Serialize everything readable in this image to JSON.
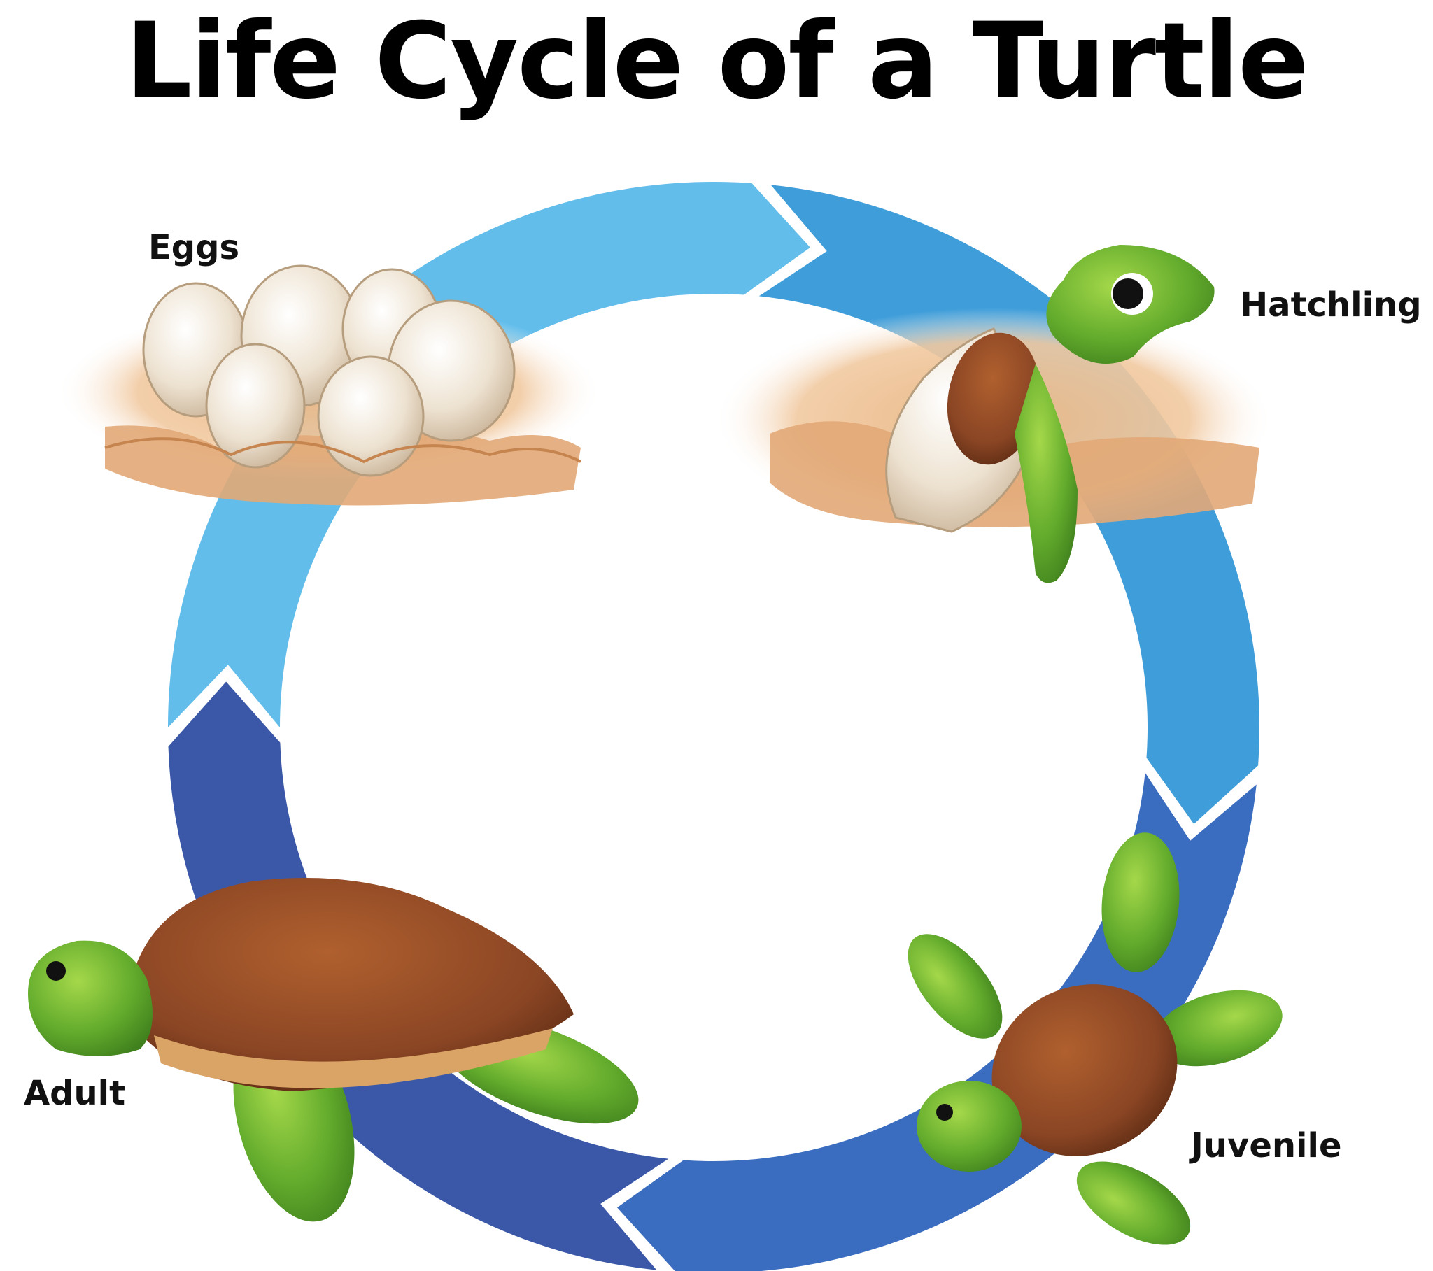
{
  "title": "Life Cycle of a Turtle",
  "stages": [
    {
      "id": "eggs",
      "label": "Eggs"
    },
    {
      "id": "hatchling",
      "label": "Hatchling"
    },
    {
      "id": "juvenile",
      "label": "Juvenile"
    },
    {
      "id": "adult",
      "label": "Adult"
    }
  ],
  "colors": {
    "arrow_eggs_to_hatchling": "#62bdeb",
    "arrow_hatchling_to_juvenile": "#3f9dd9",
    "arrow_juvenile_to_adult": "#3a6cc0",
    "arrow_adult_to_eggs": "#3b58a8",
    "sand": "#e8b98a",
    "egg": "#efe6d6",
    "turtle_skin": "#66b02e",
    "turtle_shell": "#8a4524"
  }
}
